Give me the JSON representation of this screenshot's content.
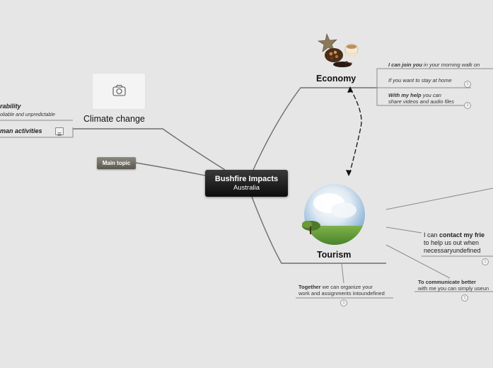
{
  "central": {
    "title": "Bushfire Impacts",
    "subtitle": "Australia"
  },
  "main_topic": "Main topic",
  "climate": {
    "label": "Climate change",
    "sub_variability": "rability",
    "sub_variability_note": "oliable and unpredictable",
    "sub_human": "man activities"
  },
  "economy": {
    "label": "Economy",
    "items": [
      {
        "bold": "I can join you",
        "rest": "in your morning walk on"
      },
      {
        "bold": "",
        "rest": "If you want to stay at home",
        "badge": "1"
      },
      {
        "bold": "With my help",
        "rest": "you can",
        "rest2": "share videos and audio files",
        "badge": "2"
      }
    ]
  },
  "tourism": {
    "label": "Tourism",
    "contact": {
      "pre": "I can",
      "bold": "contact my frie",
      "line2": "to help us out when",
      "line3": "necessaryundefined",
      "badge": "1"
    },
    "communicate": {
      "bold": "To communicate better",
      "line2": "with me you can simply useun",
      "badge": "1"
    },
    "together": {
      "bold": "Together",
      "rest": "we can organize your",
      "line2": "work and assignments intoundefined",
      "badge": "1"
    }
  }
}
